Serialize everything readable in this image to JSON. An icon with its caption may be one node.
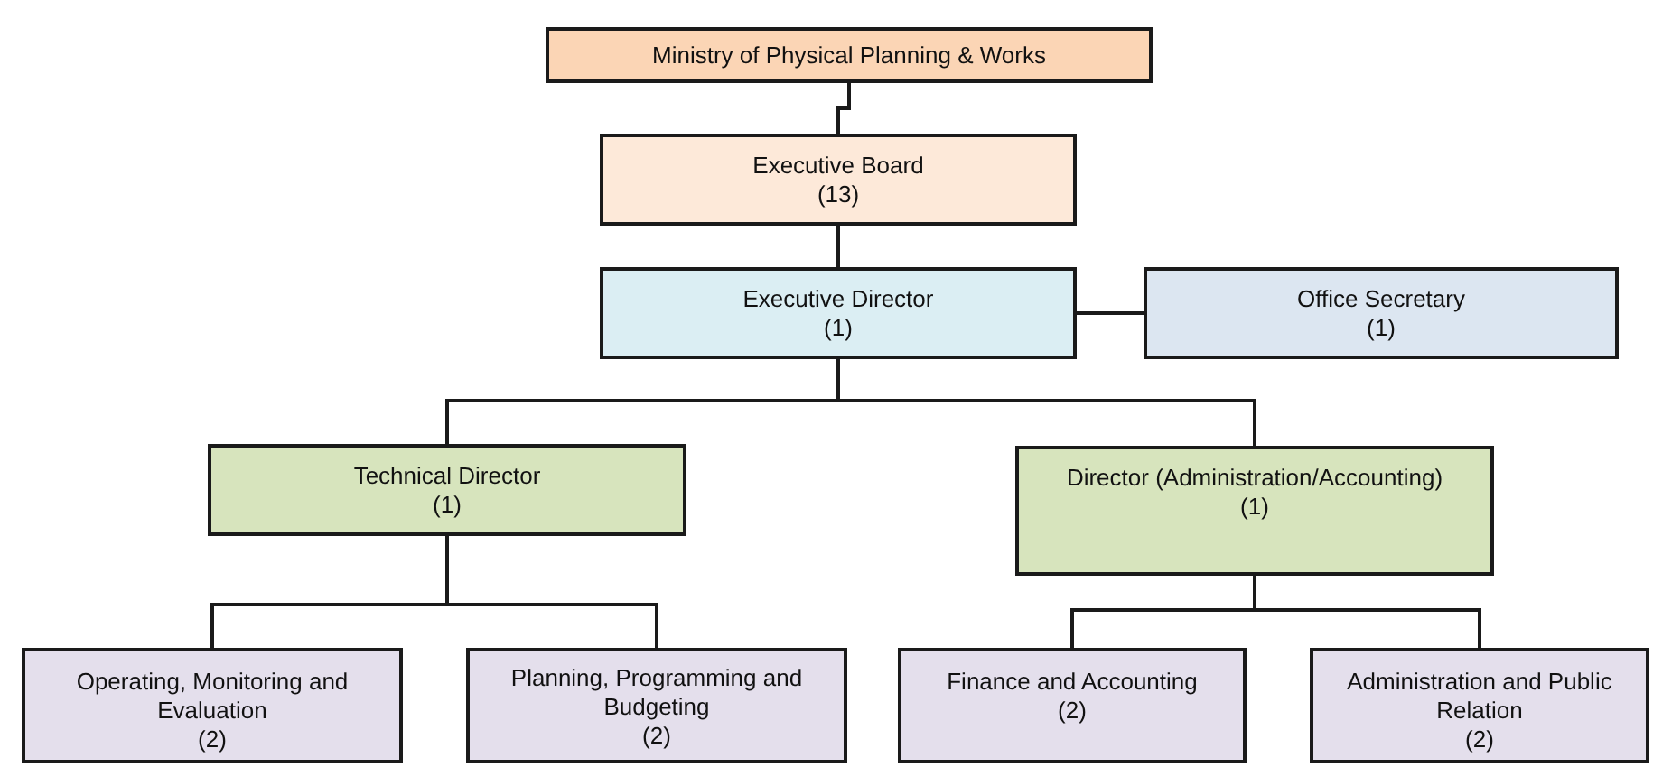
{
  "diagram": {
    "nodes": [
      {
        "text": [
          "Ministry of Physical Planning & Works"
        ]
      },
      {
        "text": [
          "Executive Board",
          "(13)"
        ]
      },
      {
        "text": [
          "Executive Director",
          "(1)"
        ]
      },
      {
        "text": [
          "Office Secretary",
          "(1)"
        ]
      },
      {
        "text": [
          "Technical Director",
          "(1)"
        ]
      },
      {
        "text": [
          "Director (Administration/Accounting)",
          "(1)"
        ]
      },
      {
        "text": [
          "Operating, Monitoring and Evaluation",
          "(2)"
        ]
      },
      {
        "text": [
          "Planning, Programming and Budgeting",
          "(2)"
        ]
      },
      {
        "text": [
          "Finance and Accounting",
          "(2)"
        ]
      },
      {
        "text": [
          "Administration and Public Relation",
          "(2)"
        ]
      }
    ],
    "edges": [
      {
        "from": 0,
        "to": 1,
        "arrow": "none"
      },
      {
        "from": 1,
        "to": 2,
        "arrow": "none"
      },
      {
        "from": 2,
        "to": 3,
        "arrow": "none"
      },
      {
        "from": 2,
        "to": 4,
        "arrow": "none"
      },
      {
        "from": 2,
        "to": 5,
        "arrow": "none"
      },
      {
        "from": 4,
        "to": 6,
        "arrow": "none"
      },
      {
        "from": 4,
        "to": 7,
        "arrow": "none"
      },
      {
        "from": 5,
        "to": 8,
        "arrow": "none"
      },
      {
        "from": 5,
        "to": 9,
        "arrow": "none"
      }
    ]
  }
}
